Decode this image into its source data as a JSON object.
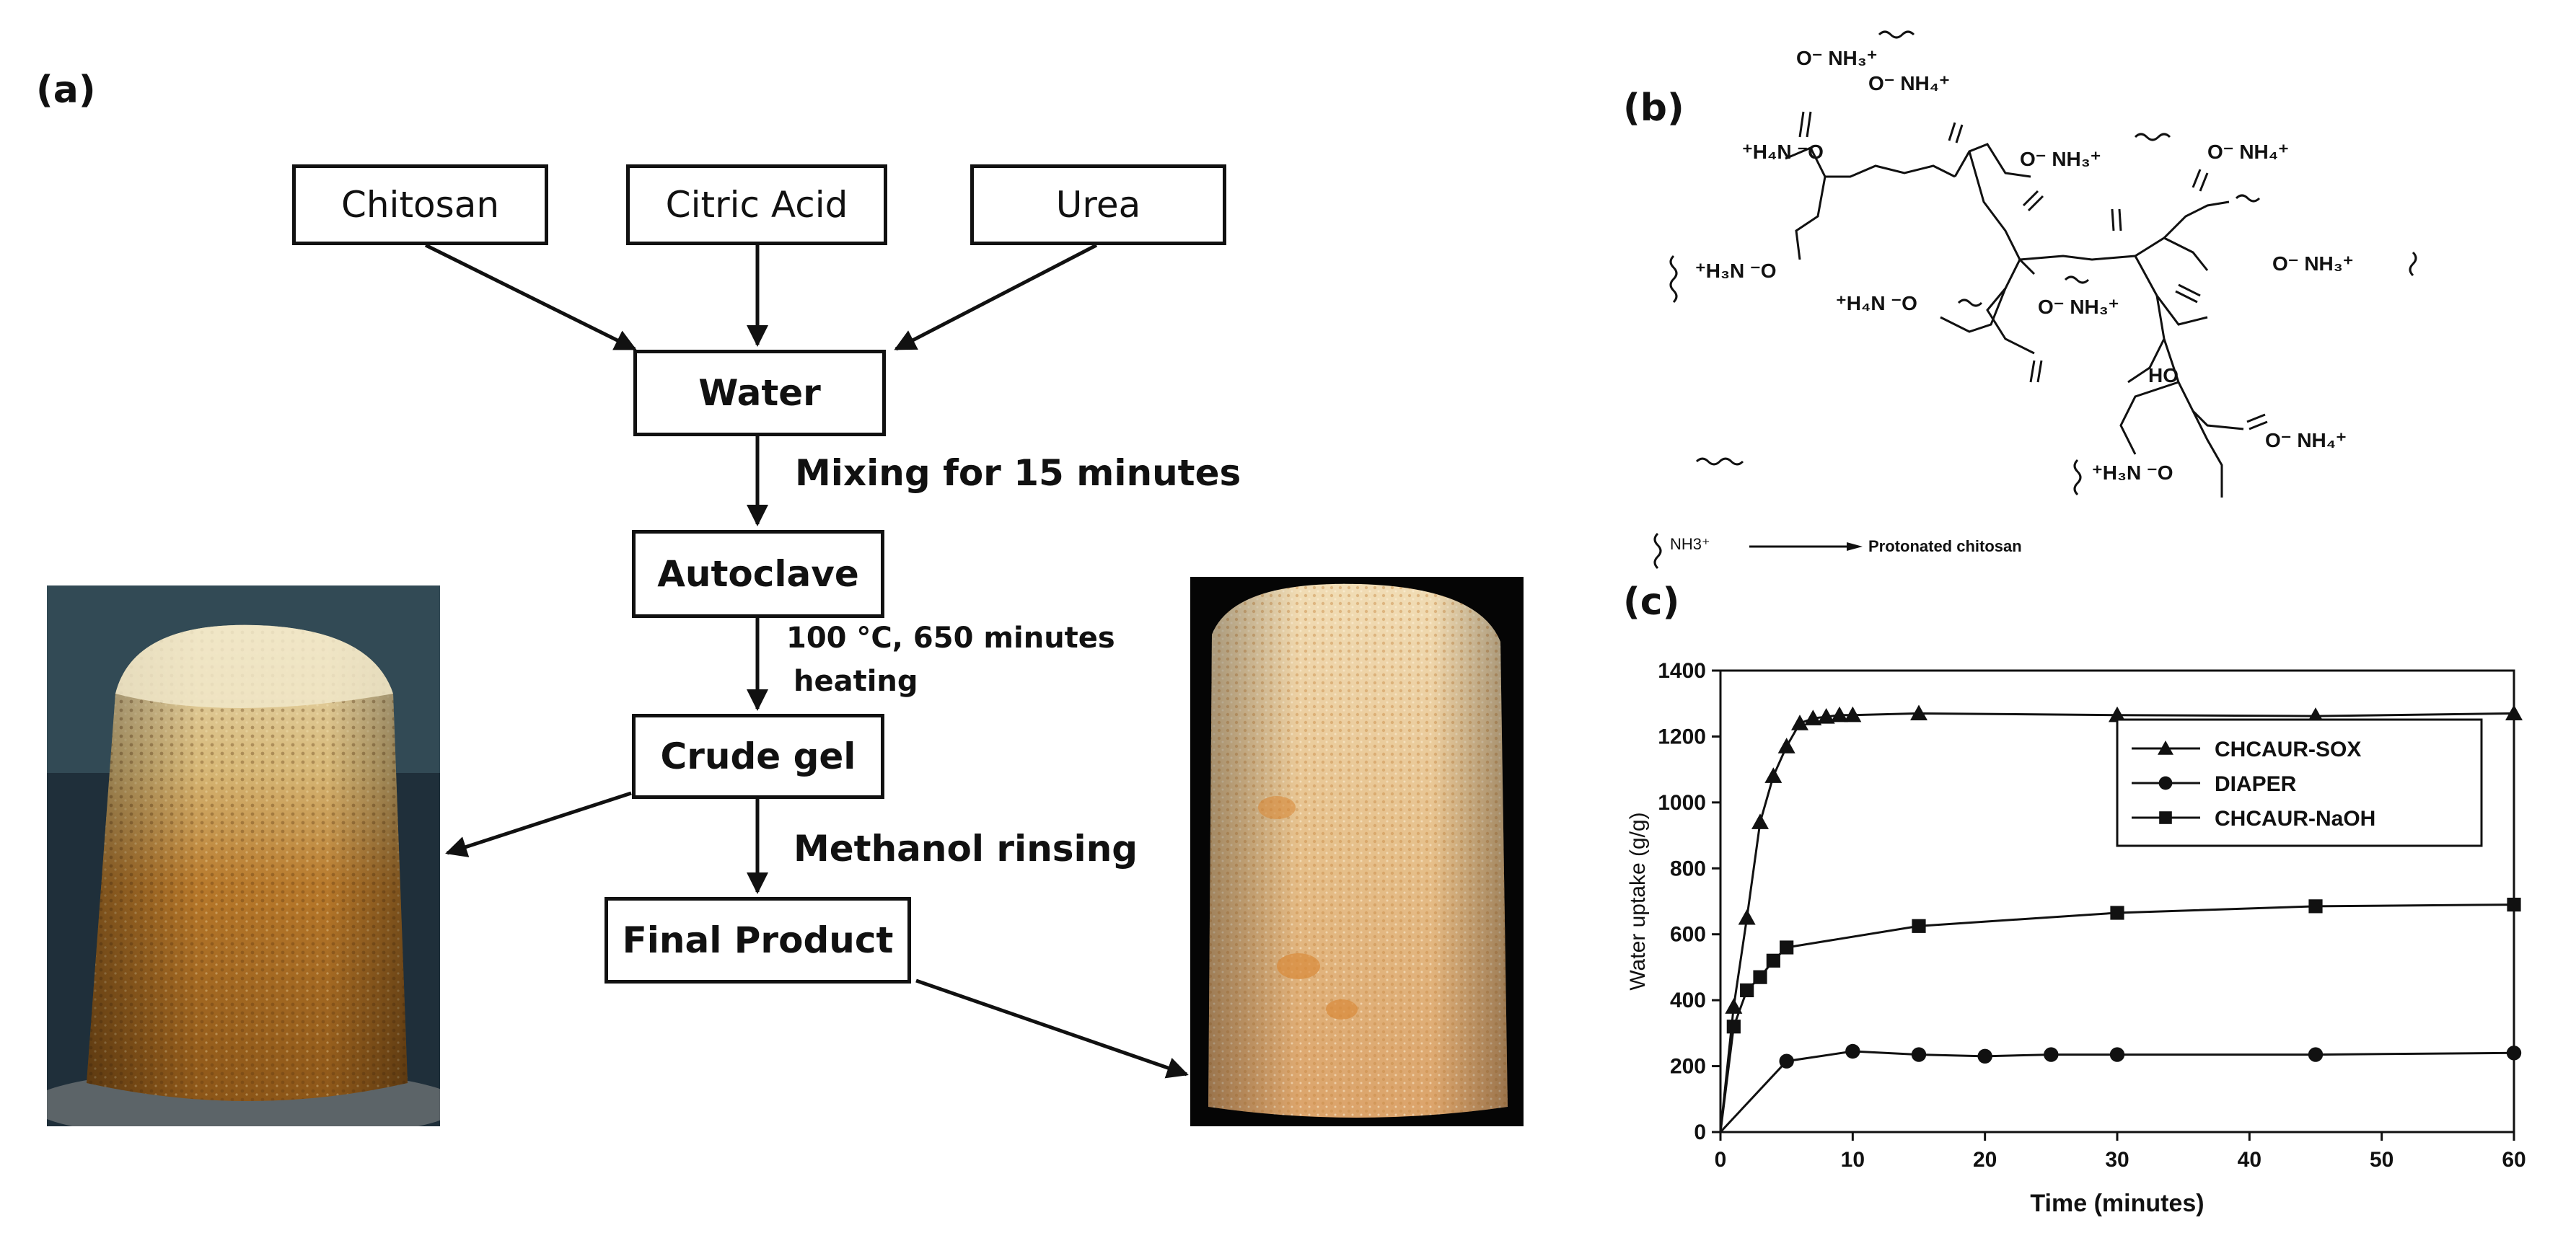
{
  "panels": {
    "a": "(a)",
    "b": "(b)",
    "c": "(c)"
  },
  "flow": {
    "inputs": [
      "Chitosan",
      "Citric Acid",
      "Urea"
    ],
    "water": "Water",
    "mix_step": "Mixing for 15 minutes",
    "autoclave": "Autoclave",
    "heat_step_line1": "100 °C, 650 minutes",
    "heat_step_line2": "heating",
    "crude": "Crude gel",
    "rinse_step": "Methanol rinsing",
    "final": "Final Product"
  },
  "structure": {
    "labels": {
      "nh4_a": "O⁻ NH₄⁺",
      "nh3_a": "O⁻ NH₃⁺",
      "h4n_a": "⁺H₄N ⁻O",
      "nh3_b": "O⁻ NH₃⁺",
      "h3n_a": "⁺H₃N ⁻O",
      "h4n_b": "⁺H₄N ⁻O",
      "nh3_c": "O⁻ NH₃⁺",
      "nh4_b": "O⁻ NH₄⁺",
      "nh3_d": "O⁻ NH₃⁺",
      "ho": "HO",
      "nh4_c": "O⁻ NH₄⁺",
      "h3n_b": "⁺H₃N ⁻O"
    },
    "legend_symbol": "NH3⁺",
    "legend_text": "Protonated chitosan"
  },
  "chart_data": {
    "type": "line",
    "xlabel": "Time (minutes)",
    "ylabel": "Water uptake (g/g)",
    "xlim": [
      0,
      60
    ],
    "ylim": [
      0,
      1400
    ],
    "xticks": [
      0,
      10,
      20,
      30,
      40,
      50,
      60
    ],
    "yticks": [
      0,
      200,
      400,
      600,
      800,
      1000,
      1200,
      1400
    ],
    "grid": false,
    "legend_position": "top-right",
    "series": [
      {
        "name": "CHCAUR-SOX",
        "marker": "triangle",
        "x": [
          0,
          1,
          2,
          3,
          4,
          5,
          6,
          7,
          8,
          9,
          10,
          15,
          30,
          45,
          60
        ],
        "y": [
          0,
          380,
          650,
          940,
          1080,
          1170,
          1240,
          1255,
          1260,
          1265,
          1265,
          1270,
          1265,
          1262,
          1270
        ]
      },
      {
        "name": "DIAPER",
        "marker": "circle",
        "x": [
          0,
          5,
          10,
          15,
          20,
          25,
          30,
          45,
          60
        ],
        "y": [
          0,
          215,
          245,
          235,
          230,
          235,
          235,
          235,
          240
        ]
      },
      {
        "name": "CHCAUR-NaOH",
        "marker": "square",
        "x": [
          0,
          1,
          2,
          3,
          4,
          5,
          15,
          30,
          45,
          60
        ],
        "y": [
          0,
          320,
          430,
          470,
          520,
          560,
          625,
          665,
          685,
          690
        ]
      }
    ]
  }
}
